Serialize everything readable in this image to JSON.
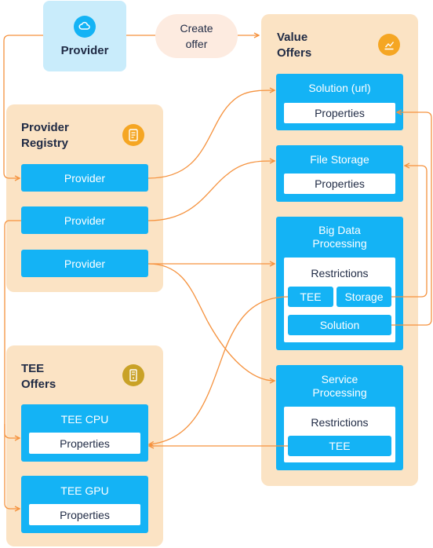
{
  "provider": {
    "label": "Provider",
    "icon": "provider-cloud-icon"
  },
  "create_offer": {
    "label": "Create\noffer"
  },
  "provider_registry": {
    "title": "Provider\nRegistry",
    "icon": "document-icon",
    "items": [
      "Provider",
      "Provider",
      "Provider"
    ]
  },
  "tee_offers": {
    "title": "TEE\nOffers",
    "icon": "server-icon",
    "cpu": {
      "label": "TEE CPU",
      "properties": "Properties"
    },
    "gpu": {
      "label": "TEE GPU",
      "properties": "Properties"
    }
  },
  "value_offers": {
    "title": "Value\nOffers",
    "icon": "chart-icon",
    "solution": {
      "label": "Solution (url)",
      "properties": "Properties"
    },
    "file_storage": {
      "label": "File Storage",
      "properties": "Properties"
    },
    "big_data": {
      "label": "Big Data\nProcessing",
      "restrictions": "Restrictions",
      "tee": "TEE",
      "storage": "Storage",
      "solution": "Solution"
    },
    "service": {
      "label": "Service\nProcessing",
      "restrictions": "Restrictions",
      "tee": "TEE"
    }
  },
  "colors": {
    "panel": "#fbe3c4",
    "box": "#14b3f5",
    "arrow": "#f5923e",
    "provider_bg": "#c9ecfb",
    "bubble": "#fdebe0"
  }
}
